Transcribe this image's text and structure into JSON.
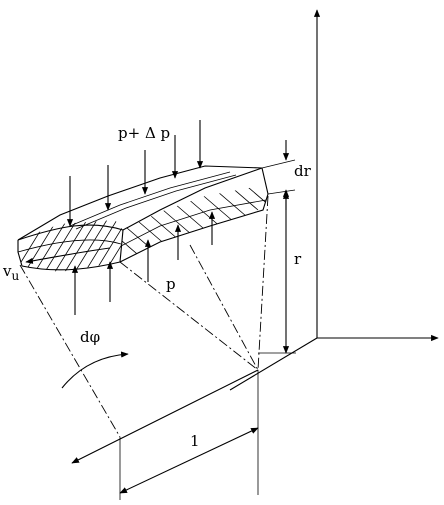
{
  "labels": {
    "p_plus_dp": "p+ Δ p",
    "dr": "dr",
    "r": "r",
    "vu": "v",
    "vu_sub": "u",
    "p": "p",
    "dphi": "dφ",
    "one": "1"
  }
}
